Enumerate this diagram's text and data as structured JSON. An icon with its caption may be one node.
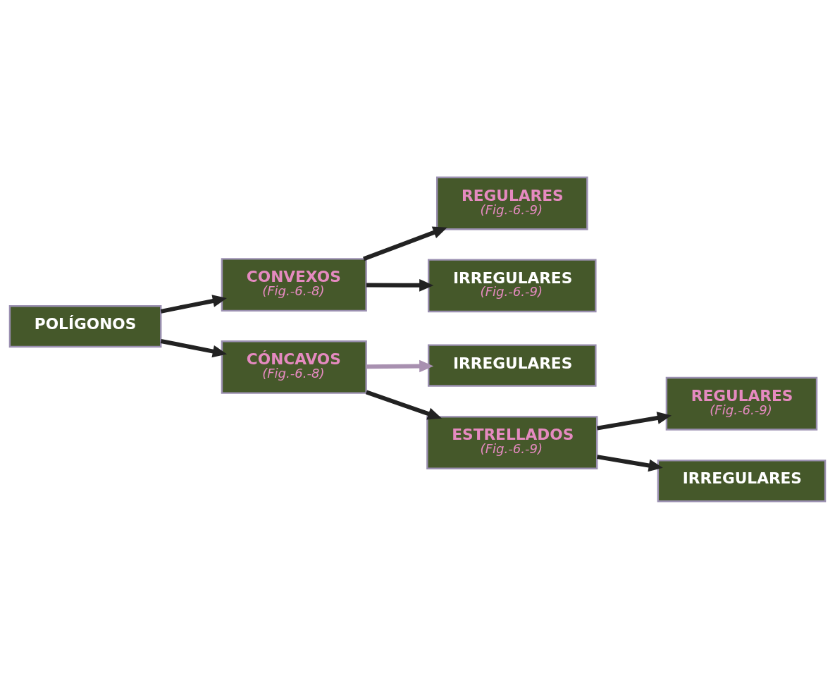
{
  "diagram": {
    "nodes": [
      {
        "text": [
          "POLÍGONOS"
        ]
      },
      {
        "text": [
          "CONVEXOS",
          "(Fig.-6.-8)"
        ]
      },
      {
        "text": [
          "REGULARES",
          "(Fig.-6.-9)"
        ]
      },
      {
        "text": [
          "IRREGULARES",
          "(Fig.-6.-9)"
        ]
      },
      {
        "text": [
          "IRREGULARES"
        ]
      },
      {
        "text": [
          "CÓNCAVOS",
          "(Fig.-6.-8)"
        ]
      },
      {
        "text": [
          "ESTRELLADOS",
          "(Fig.-6.-9)"
        ]
      },
      {
        "text": [
          "REGULARES",
          "(Fig.-6.-9)"
        ]
      },
      {
        "text": [
          "IRREGULARES"
        ]
      }
    ],
    "edges": [
      {
        "from": 0,
        "to": 1,
        "arrow": "to"
      },
      {
        "from": 1,
        "to": 2,
        "arrow": "to"
      },
      {
        "from": 1,
        "to": 3,
        "arrow": "to"
      },
      {
        "from": 0,
        "to": 5,
        "arrow": "to"
      },
      {
        "from": 5,
        "to": 4,
        "arrow": "to",
        "color": "#a890b0"
      },
      {
        "from": 5,
        "to": 6,
        "arrow": "to"
      },
      {
        "from": 6,
        "to": 7,
        "arrow": "to"
      },
      {
        "from": 6,
        "to": 8,
        "arrow": "to"
      }
    ]
  }
}
